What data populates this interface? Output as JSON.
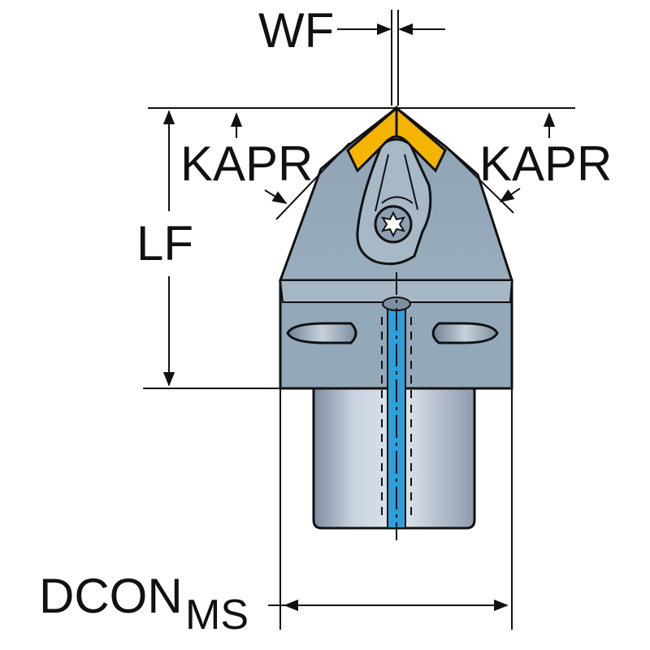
{
  "labels": {
    "wf": "WF",
    "kapr_left": "KAPR",
    "kapr_right": "KAPR",
    "lf": "LF",
    "dcon_main": "DCON",
    "dcon_sub": "MS"
  },
  "colors": {
    "line": "#111111",
    "body_top": "#8ea3b3",
    "body_mid": "#9fb2c1",
    "shank_light": "#c6d0dc",
    "shank_dark": "#8a97a8",
    "insert": "#f5b400",
    "coolant": "#2e9fd8"
  },
  "icons": {
    "insert": "triangular-insert",
    "screw": "torx-screw-icon",
    "arrow": "dimension-arrow-icon"
  }
}
